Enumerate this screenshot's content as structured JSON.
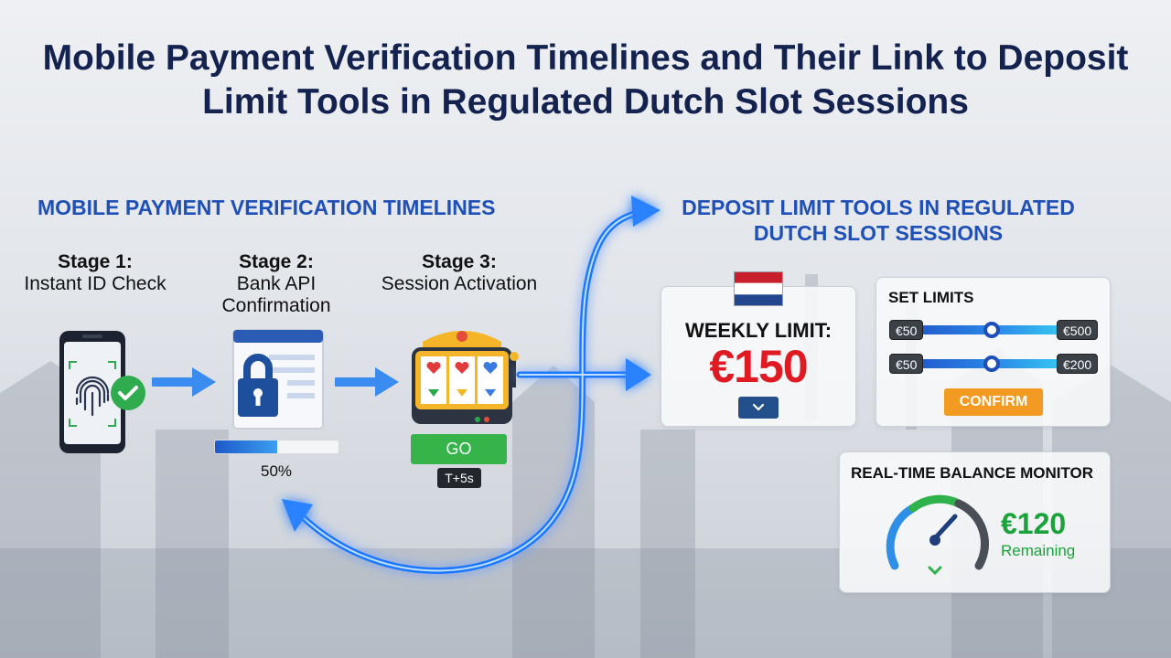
{
  "title": "Mobile Payment Verification Timelines and Their Link to Deposit Limit Tools in Regulated Dutch Slot Sessions",
  "verification": {
    "heading": "MOBILE PAYMENT VERIFICATION TIMELINES",
    "stages": [
      {
        "name": "Stage 1:",
        "desc": "Instant ID Check",
        "icon": "fingerprint-phone-icon"
      },
      {
        "name": "Stage 2:",
        "desc": "Bank API Confirmation",
        "icon": "bank-lock-icon",
        "progress": 0.5,
        "progress_label": "50%"
      },
      {
        "name": "Stage 3:",
        "desc": "Session Activation",
        "icon": "slot-machine-icon",
        "button": "GO",
        "timer": "T+5s"
      }
    ],
    "colors": {
      "arrow": "#3b8cf0",
      "flow": "#1f78ff"
    }
  },
  "deposit": {
    "heading": "DEPOSIT LIMIT TOOLS IN REGULATED DUTCH SLOT SESSIONS",
    "weekly_limit": {
      "label": "WEEKLY LIMIT:",
      "value": "€150",
      "flag": "netherlands-flag-icon"
    },
    "set_limits": {
      "title": "SET LIMITS",
      "sliders": [
        {
          "min": "€50",
          "max": "€500"
        },
        {
          "min": "€50",
          "max": "€200"
        }
      ],
      "confirm": "CONFIRM"
    },
    "monitor": {
      "title": "REAL-TIME BALANCE MONITOR",
      "value": "€120",
      "label": "Remaining"
    },
    "colors": {
      "limit": "#e01a22",
      "confirm": "#f39a22",
      "remaining": "#1aa33a"
    }
  }
}
